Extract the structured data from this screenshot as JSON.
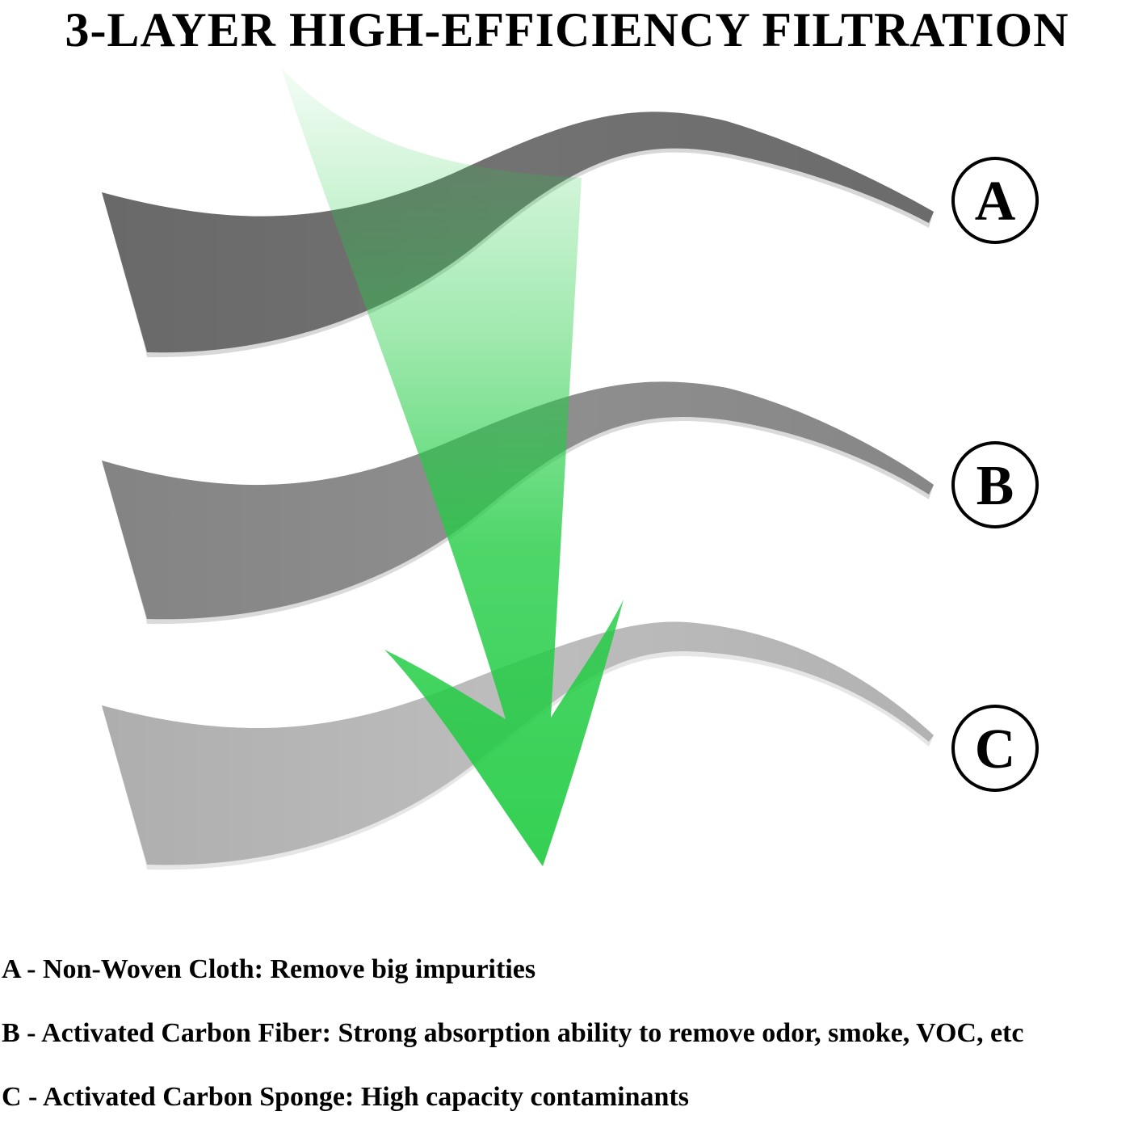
{
  "title": "3-LAYER HIGH-EFFICIENCY FILTRATION",
  "layers": [
    {
      "letter": "A",
      "color": "#727272"
    },
    {
      "letter": "B",
      "color": "#8f8f8f"
    },
    {
      "letter": "C",
      "color": "#bdbdbd"
    }
  ],
  "arrow_color": "#22cc44",
  "legend": [
    "A - Non-Woven Cloth: Remove big impurities",
    "B - Activated Carbon Fiber: Strong absorption ability to remove odor, smoke, VOC, etc",
    "C - Activated Carbon Sponge: High capacity contaminants"
  ]
}
